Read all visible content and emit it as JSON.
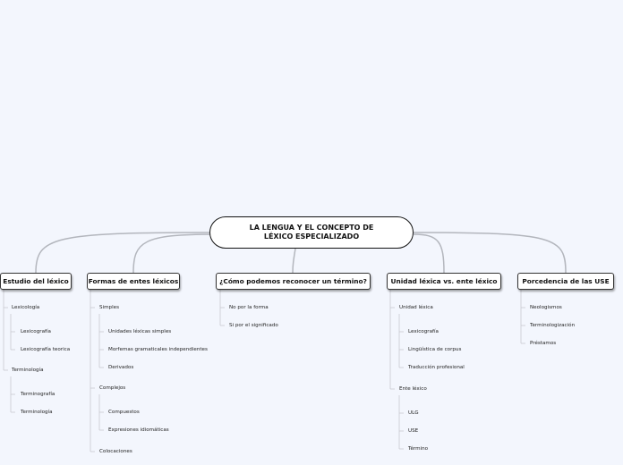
{
  "root": {
    "line1": "LA LENGUA Y EL CONCEPTO DE",
    "line2": "LÉXICO ESPECIALIZADO"
  },
  "branches": [
    {
      "label": "Estudio del léxico",
      "children": [
        {
          "label": "Lexicología",
          "children": [
            "Lexicografía",
            "Lexicografía teorica"
          ]
        },
        {
          "label": "Terminología",
          "children": [
            "Terminografía",
            "Terminología"
          ]
        }
      ]
    },
    {
      "label": "Formas de entes léxicos",
      "children": [
        {
          "label": "Simples",
          "children": [
            "Unidades léxicas simples",
            "Morfemas gramaticales independientes",
            "Derivados"
          ]
        },
        {
          "label": "Complejos",
          "children": [
            "Compuestos",
            "Expresiones idiomáticas"
          ]
        },
        {
          "label": "Colocaciones",
          "children": []
        }
      ]
    },
    {
      "label": "¿Cómo podemos reconocer un término?",
      "children": [
        {
          "label": "No por la forma",
          "children": []
        },
        {
          "label": "Si por el significado",
          "children": []
        }
      ]
    },
    {
      "label": "Unidad léxica vs. ente léxico",
      "children": [
        {
          "label": "Unidad léxica",
          "children": [
            "Lexicografía",
            "Lingüística de corpus",
            "Traducción profesional"
          ]
        },
        {
          "label": "Ente léxico",
          "children": [
            "ULG",
            "USE",
            "Término"
          ]
        }
      ]
    },
    {
      "label": "Porcedencia de las USE",
      "children": [
        {
          "label": "Neologismos",
          "children": []
        },
        {
          "label": "Terminologización",
          "children": []
        },
        {
          "label": "Préstamos",
          "children": []
        }
      ]
    }
  ]
}
